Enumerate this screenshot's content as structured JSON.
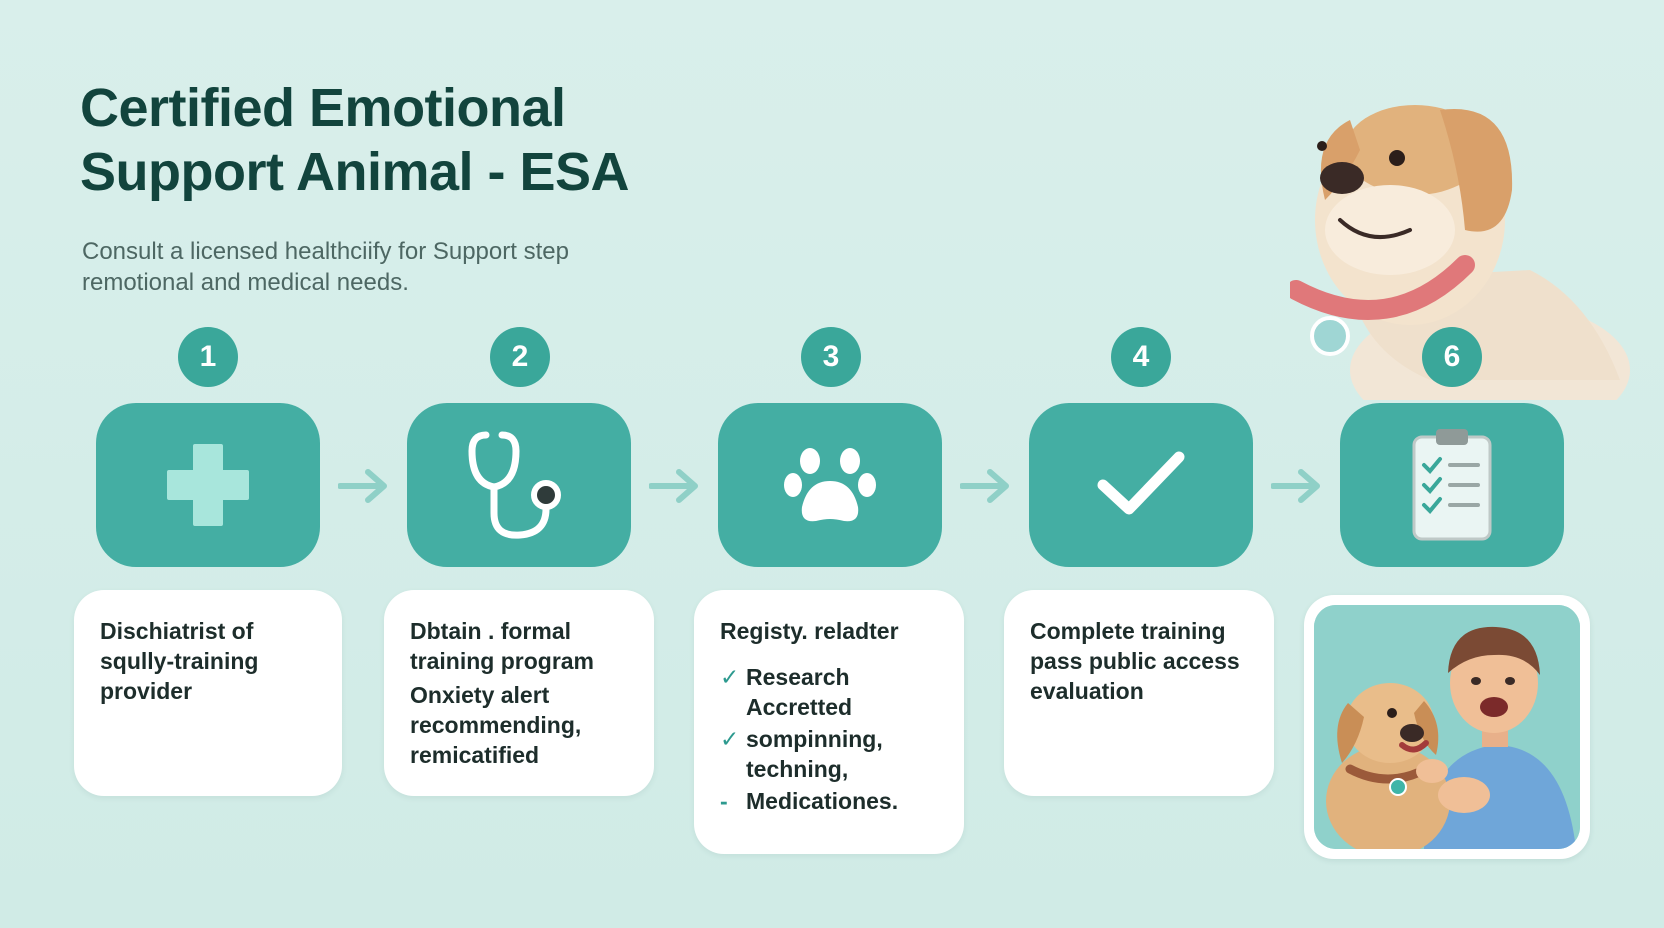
{
  "header": {
    "title_line1": "Certified Emotional",
    "title_line2": "Support Animal - ESA",
    "subtitle_line1": "Consult a licensed healthciify for Support step",
    "subtitle_line2": "remotional and medical needs."
  },
  "steps": [
    {
      "number": "1",
      "icon": "medical-cross-icon",
      "lines": [
        "Dischiatrist of",
        "sqully-training",
        "provider"
      ]
    },
    {
      "number": "2",
      "icon": "stethoscope-icon",
      "lines": [
        "Dbtain . formal",
        "training program",
        "Onxiety alert",
        "recommending,",
        "remicatified"
      ]
    },
    {
      "number": "3",
      "icon": "paw-icon",
      "heading": "Registy. reladter",
      "bullets": [
        {
          "marker": "✓",
          "lines": [
            "Research",
            "Accretted"
          ]
        },
        {
          "marker": "✓",
          "lines": [
            "sompinning,",
            "techning,"
          ]
        },
        {
          "marker": "-",
          "lines": [
            "Medicationes."
          ]
        }
      ]
    },
    {
      "number": "4",
      "icon": "checkmark-icon",
      "lines": [
        "Complete training",
        "pass public access",
        "evaluation"
      ]
    },
    {
      "number": "6",
      "icon": "clipboard-checklist-icon"
    }
  ],
  "colors": {
    "background": "#d5ede8",
    "title": "#12443d",
    "accent_teal": "#44aea3",
    "badge_teal": "#3aa79a",
    "arrow": "#8fd0c7",
    "card": "#ffffff"
  }
}
